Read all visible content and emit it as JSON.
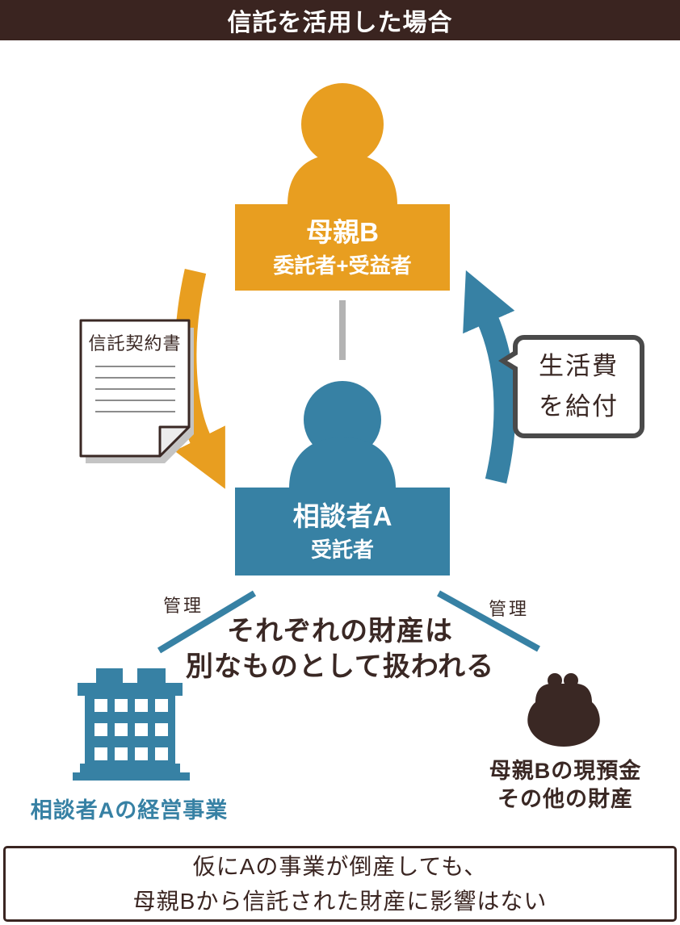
{
  "title": "信託を活用した場合",
  "mother": {
    "name": "母親B",
    "role": "委託者+受益者"
  },
  "consultant": {
    "name": "相談者A",
    "role": "受託者"
  },
  "trust_document": {
    "label": "信託契約書"
  },
  "benefit_bubble": {
    "line1": "生活費",
    "line2": "を給付"
  },
  "manage_labels": {
    "left": "管理",
    "right": "管理"
  },
  "center_note": {
    "line1": "それぞれの財産は",
    "line2": "別なものとして扱われる"
  },
  "business_asset": {
    "label": "相談者Aの経営事業"
  },
  "cash_asset": {
    "line1": "母親Bの現預金",
    "line2": "その他の財産"
  },
  "footer": {
    "line1": "仮にAの事業が倒産しても、",
    "line2": "母親Bから信託された財産に影響はない"
  },
  "colors": {
    "orange": "#E89E20",
    "blue": "#3781A4",
    "title_bar_brown": "#3A2420",
    "text_brown": "#3A2824",
    "bubble_border_gray": "#4A4A4A",
    "connector_gray": "#B3B3B3",
    "paper_line_gray": "#8C8C8C",
    "white": "#FFFFFF"
  }
}
